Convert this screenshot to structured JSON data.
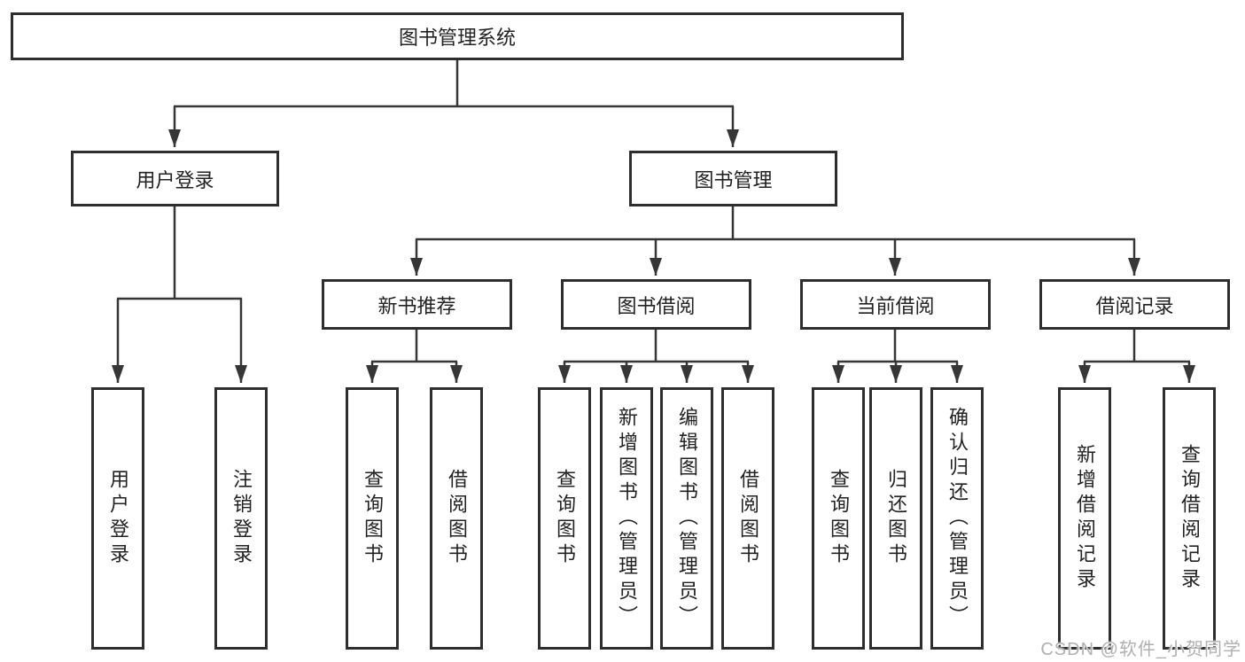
{
  "tree": {
    "label": "图书管理系统",
    "children": [
      {
        "label": "用户登录",
        "children": [
          {
            "label": "用户登录"
          },
          {
            "label": "注销登录"
          }
        ]
      },
      {
        "label": "图书管理",
        "children": [
          {
            "label": "新书推荐",
            "children": [
              {
                "label": "查询图书"
              },
              {
                "label": "借阅图书"
              }
            ]
          },
          {
            "label": "图书借阅",
            "children": [
              {
                "label": "查询图书"
              },
              {
                "label": "新增图书（管理员）"
              },
              {
                "label": "编辑图书（管理员）"
              },
              {
                "label": "借阅图书"
              }
            ]
          },
          {
            "label": "当前借阅",
            "children": [
              {
                "label": "查询图书"
              },
              {
                "label": "归还图书"
              },
              {
                "label": "确认归还（管理员）"
              }
            ]
          },
          {
            "label": "借阅记录",
            "children": [
              {
                "label": "新增借阅记录"
              },
              {
                "label": "查询借阅记录"
              }
            ]
          }
        ]
      }
    ]
  },
  "watermark": {
    "text": "CSDN @软件_小贺同学"
  },
  "colors": {
    "line": "#363636",
    "box_border": "#2e2e2e",
    "box_fill": "#ffffff",
    "text": "#222222",
    "watermark_text": "#b0b0b0",
    "background": "#ffffff"
  }
}
